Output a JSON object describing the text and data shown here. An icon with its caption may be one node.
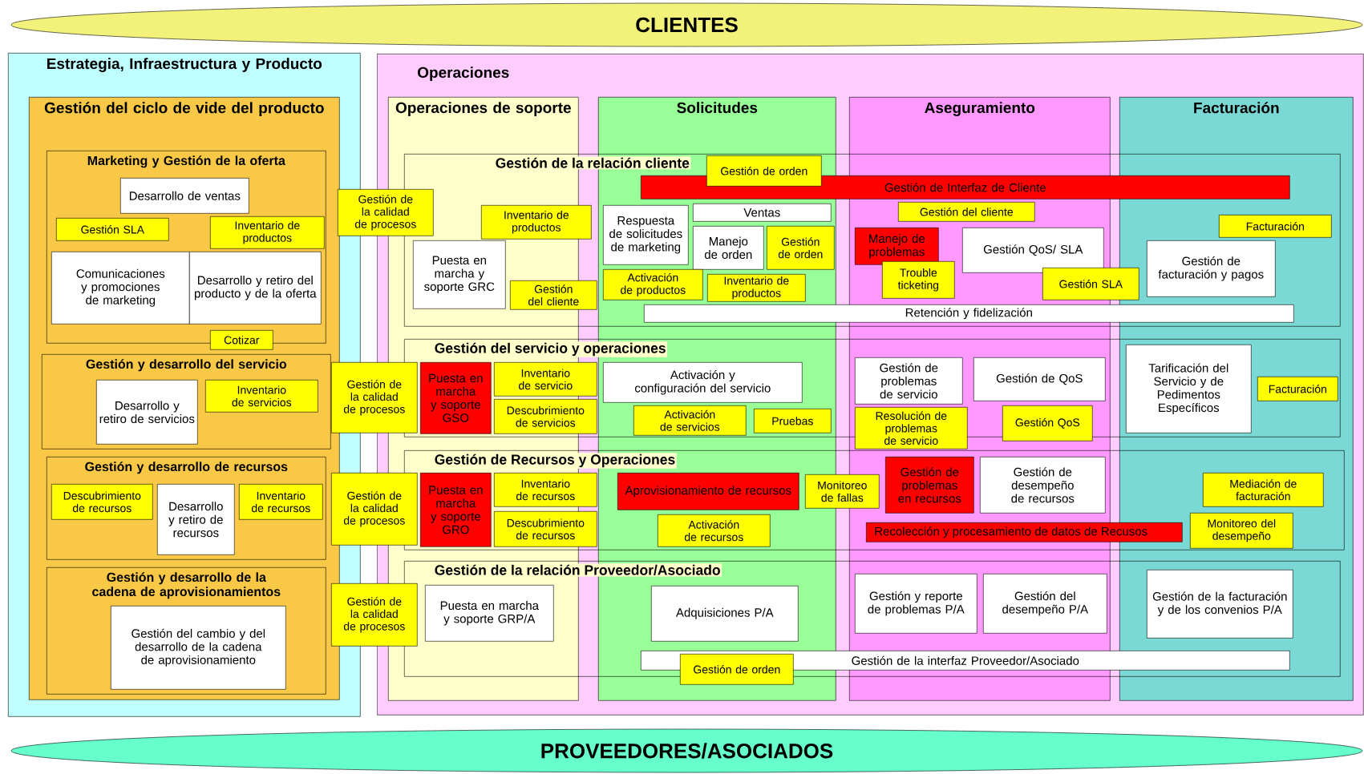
{
  "diagram": {
    "nodes": [
      {
        "text": [
          "CLIENTES"
        ]
      },
      {
        "text": [
          "Estrategia, Infraestructura y Producto"
        ]
      },
      {
        "text": [
          "Gestión del ciclo de vide del producto"
        ],
        "in": 1
      },
      {
        "text": [
          "Marketing y Gestión de la oferta"
        ],
        "in": 2
      },
      {
        "text": [
          "Desarrollo de ventas"
        ],
        "in": 3
      },
      {
        "text": [
          "Gestión SLA"
        ],
        "in": 3
      },
      {
        "text": [
          "Inventario de productos"
        ],
        "in": 3
      },
      {
        "text": [
          "Comunicaciones y promociones de marketing"
        ],
        "in": 3
      },
      {
        "text": [
          "Desarrollo y retiro del producto y de la oferta"
        ],
        "in": 3
      },
      {
        "text": [
          "Cotizar"
        ],
        "in": 2
      },
      {
        "text": [
          "Gestión y desarrollo del servicio"
        ],
        "in": 2
      },
      {
        "text": [
          "Inventario de servicios"
        ],
        "in": 10
      },
      {
        "text": [
          "Desarrollo y retiro de servicios"
        ],
        "in": 10
      },
      {
        "text": [
          "Gestión y desarrollo de recursos"
        ],
        "in": 2
      },
      {
        "text": [
          "Inventario de recursos"
        ],
        "in": 13
      },
      {
        "text": [
          "Descubrimiento de recursos"
        ],
        "in": 13
      },
      {
        "text": [
          "Desarrollo y retiro de recursos"
        ],
        "in": 13
      },
      {
        "text": [
          "Gestión y desarrollo de la cadena de aprovisionamientos"
        ],
        "in": 2
      },
      {
        "text": [
          "Gestión del cambio y del desarrollo de la cadena de aprovisionamiento"
        ],
        "in": 17
      },
      {
        "text": [
          "Operaciones"
        ]
      },
      {
        "text": [
          "Operaciones de soporte"
        ],
        "in": 19
      },
      {
        "text": [
          "Solicitudes"
        ],
        "in": 19
      },
      {
        "text": [
          "Aseguramiento"
        ],
        "in": 19
      },
      {
        "text": [
          "Facturación"
        ],
        "in": 19
      },
      {
        "text": [
          "Gestión de la relación cliente"
        ],
        "in": 19
      },
      {
        "text": [
          "Gestión de la calidad de procesos"
        ]
      },
      {
        "text": [
          "Gestión de Interfaz de Cliente"
        ],
        "in": 24
      },
      {
        "text": [
          "Gestión de orden"
        ]
      },
      {
        "text": [
          "Puesta en marcha y soporte GRC"
        ]
      },
      {
        "text": [
          "Inventario de productos"
        ],
        "in": 24
      },
      {
        "text": [
          "Gestión del cliente"
        ],
        "in": 24
      },
      {
        "text": [
          "Respuesta de solicitudes de marketing"
        ]
      },
      {
        "text": [
          "Ventas"
        ]
      },
      {
        "text": [
          "Gestión del cliente"
        ]
      },
      {
        "text": [
          "Manejo de orden"
        ]
      },
      {
        "text": [
          "Gestión de orden"
        ]
      },
      {
        "text": [
          "Manejo de problemas"
        ]
      },
      {
        "text": [
          "Gestión QoS/ SLA"
        ]
      },
      {
        "text": [
          "Facturación"
        ]
      },
      {
        "text": [
          "Gestión de facturación y pagos"
        ]
      },
      {
        "text": [
          "Inventario de productos"
        ]
      },
      {
        "text": [
          "Activación de productos"
        ]
      },
      {
        "text": [
          "Trouble ticketing"
        ]
      },
      {
        "text": [
          "Gestión SLA"
        ],
        "in": 24
      },
      {
        "text": [
          "Retención y fidelización"
        ],
        "in": 24
      },
      {
        "text": [
          "Gestión del servicio y operaciones"
        ],
        "in": 19
      },
      {
        "text": [
          "Gestión de la calidad de procesos"
        ]
      },
      {
        "text": [
          "Puesta en marcha y soporte GSO"
        ]
      },
      {
        "text": [
          "Inventario de servicio"
        ],
        "in": 45
      },
      {
        "text": [
          "Descubrimiento de servicios"
        ],
        "in": 45
      },
      {
        "text": [
          "Activación y configuración del servicio"
        ]
      },
      {
        "text": [
          "Gestión de problemas de servicio"
        ]
      },
      {
        "text": [
          "Gestión de QoS"
        ]
      },
      {
        "text": [
          "Tarificación del Servicio y de Pedimentos Específicos"
        ]
      },
      {
        "text": [
          "Facturación"
        ]
      },
      {
        "text": [
          "Activación de servicios"
        ]
      },
      {
        "text": [
          "Pruebas"
        ]
      },
      {
        "text": [
          "Resolución de problemas de servicio"
        ],
        "in": 22
      },
      {
        "text": [
          "Gestión QoS"
        ],
        "in": 22
      },
      {
        "text": [
          "Gestión de Recursos y Operaciones"
        ],
        "in": 19
      },
      {
        "text": [
          "Gestión de la calidad de procesos"
        ]
      },
      {
        "text": [
          "Puesta en marcha y soporte GRO"
        ]
      },
      {
        "text": [
          "Inventario de recursos"
        ],
        "in": 59
      },
      {
        "text": [
          "Aprovisionamiento de recursos"
        ]
      },
      {
        "text": [
          "Monitoreo de fallas"
        ],
        "in": 59
      },
      {
        "text": [
          "Gestión de problemas en recursos"
        ]
      },
      {
        "text": [
          "Gestión de desempeño de recursos"
        ]
      },
      {
        "text": [
          "Mediación de facturación"
        ]
      },
      {
        "text": [
          "Descubrimiento de recursos"
        ],
        "in": 59
      },
      {
        "text": [
          "Activación de recursos"
        ]
      },
      {
        "text": [
          "Recolección y procesamiento de datos de Recusos"
        ],
        "in": 59
      },
      {
        "text": [
          "Monitoreo del desempeño"
        ]
      },
      {
        "text": [
          "Gestión de la relación Proveedor/Asociado"
        ],
        "in": 19
      },
      {
        "text": [
          "Gestión de la calidad de procesos"
        ]
      },
      {
        "text": [
          "Puesta en marcha y soporte GRP/A"
        ]
      },
      {
        "text": [
          "Adquisiciones P/A"
        ]
      },
      {
        "text": [
          "Gestión y reporte de problemas P/A"
        ]
      },
      {
        "text": [
          "Gestión del desempeño P/A"
        ]
      },
      {
        "text": [
          "Gestión de la facturación y de los convenios P/A"
        ]
      },
      {
        "text": [
          "Gestión de la interfaz Proveedor/Asociado"
        ],
        "in": 72
      },
      {
        "text": [
          "Gestión de orden"
        ],
        "in": 21
      },
      {
        "text": [
          "PROVEEDORES/ASOCIADOS"
        ]
      }
    ]
  }
}
